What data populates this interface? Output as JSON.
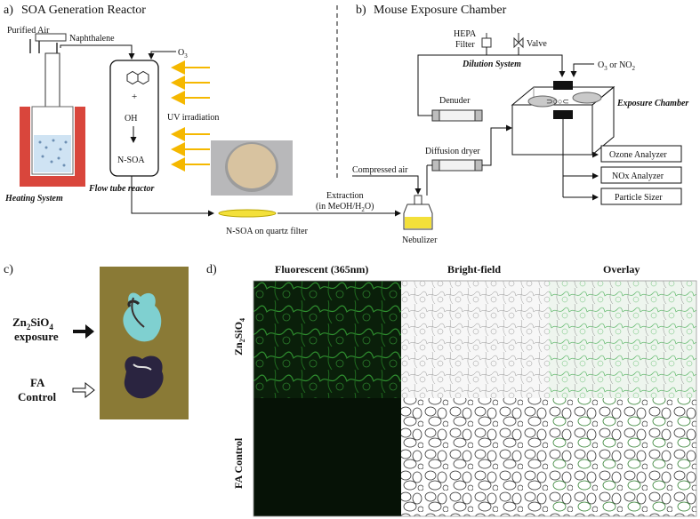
{
  "panels": {
    "a": {
      "label": "a)",
      "title": "SOA Generation Reactor"
    },
    "b": {
      "label": "b)",
      "title": "Mouse Exposure Chamber"
    },
    "c": {
      "label": "c)"
    },
    "d": {
      "label": "d)"
    }
  },
  "reactor": {
    "purified_air": "Purified Air",
    "naphthalene": "Naphthalene",
    "o3": "O",
    "o3_sub": "3",
    "plus": "+",
    "oh": "OH",
    "nsoa": "N-SOA",
    "uv": "UV irradiation",
    "heating": "Heating System",
    "flow_tube": "Flow tube reactor",
    "filter_label": "N-SOA on quartz filter",
    "extraction_1": "Extraction",
    "extraction_2a": "(in MeOH/H",
    "extraction_sub": "2",
    "extraction_2b": "O)",
    "nebulizer": "Nebulizer"
  },
  "chamber": {
    "hepa_1": "HEPA",
    "hepa_2": "Filter",
    "valve": "Valve",
    "dilution": "Dilution System",
    "o3_or": "O",
    "o3_or_sub": "3",
    "o3_or_mid": " or NO",
    "o3_or_sub2": "2",
    "denuder": "Denuder",
    "diffusion": "Diffusion dryer",
    "compressed": "Compressed air",
    "exposure": "Exposure Chamber",
    "analyzers": [
      "Ozone Analyzer",
      "NOx Analyzer",
      "Particle Sizer"
    ]
  },
  "photo": {
    "zn_1a": "Zn",
    "zn_1b": "2",
    "zn_1c": "SiO",
    "zn_1d": "4",
    "zn_2": "exposure",
    "fa_1": "FA",
    "fa_2": "Control"
  },
  "microscopy": {
    "columns": [
      "Fluorescent (365nm)",
      "Bright-field",
      "Overlay"
    ],
    "row1_a": "Zn",
    "row1_b": "2",
    "row1_c": "SiO",
    "row1_d": "4",
    "row2": "FA Control"
  },
  "colors": {
    "uv_arrow": "#f5b800",
    "heater": "#d9463c",
    "filter_disk": "#d8c3a0",
    "filter_yellow": "#f3e03a",
    "fluor_green": "#1f6a1f",
    "photo_bg": "#8a7a36"
  }
}
